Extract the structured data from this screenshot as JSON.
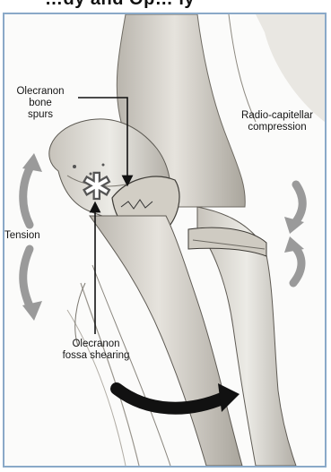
{
  "header": {
    "clipped_title": "…dy and Op… ly"
  },
  "labels": {
    "olecranon_bone_spurs": [
      "Olecranon",
      "bone",
      "spurs"
    ],
    "radio_capitellar": [
      "Radio-capitellar",
      "compression"
    ],
    "tension": "Tension",
    "olecranon_fossa": [
      "Olecranon",
      "fossa shearing"
    ]
  },
  "colors": {
    "frame": "#8aa9c8",
    "arrow_gray": "#9a9a9a",
    "arrow_black": "#111111",
    "bone": "#d9d6cf"
  }
}
